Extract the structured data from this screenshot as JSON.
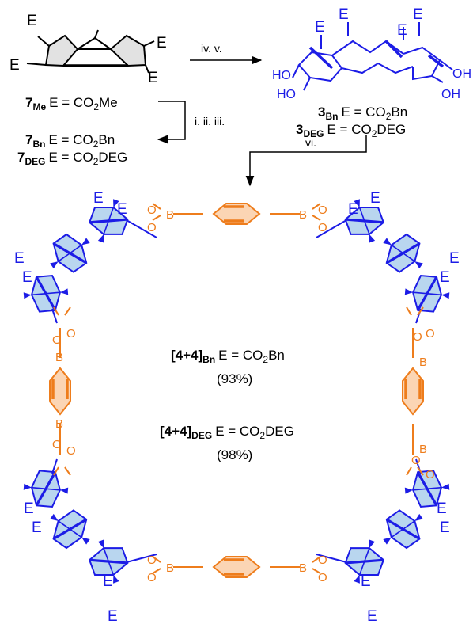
{
  "colors": {
    "blue": "#1c1ce6",
    "blue_fill": "#b9d6ef",
    "orange": "#ee7d1c",
    "orange_fill": "#fbd5b4",
    "black": "#000000"
  },
  "atoms": {
    "ester": "E",
    "oxygen": "O",
    "boron": "B",
    "hydroxyl": "HO",
    "hydroxyl_right": "OH"
  },
  "compounds": {
    "c7me": {
      "num": "7",
      "sub": "Me",
      "def": "E = CO",
      "two": "2",
      "tail": "Me"
    },
    "c7bn": {
      "num": "7",
      "sub": "Bn",
      "def": "E = CO",
      "two": "2",
      "tail": "Bn"
    },
    "c7deg": {
      "num": "7",
      "sub": "DEG",
      "def": "E = CO",
      "two": "2",
      "tail": "DEG"
    },
    "c3bn": {
      "num": "3",
      "sub": "Bn",
      "def": "E = CO",
      "two": "2",
      "tail": "Bn"
    },
    "c3deg": {
      "num": "3",
      "sub": "DEG",
      "def": "E = CO",
      "two": "2",
      "tail": "DEG"
    }
  },
  "reagents": {
    "r1": "iv. v.",
    "r2": "i. ii. iii.",
    "r3": "vi."
  },
  "products": {
    "p_bn": {
      "name": "[4+4]",
      "sub": "Bn",
      "def": "E = CO",
      "two": "2",
      "tail": "Bn",
      "yield": "(93%)"
    },
    "p_deg": {
      "name": "[4+4]",
      "sub": "DEG",
      "def": "E = CO",
      "two": "2",
      "tail": "DEG",
      "yield": "(98%)"
    }
  }
}
